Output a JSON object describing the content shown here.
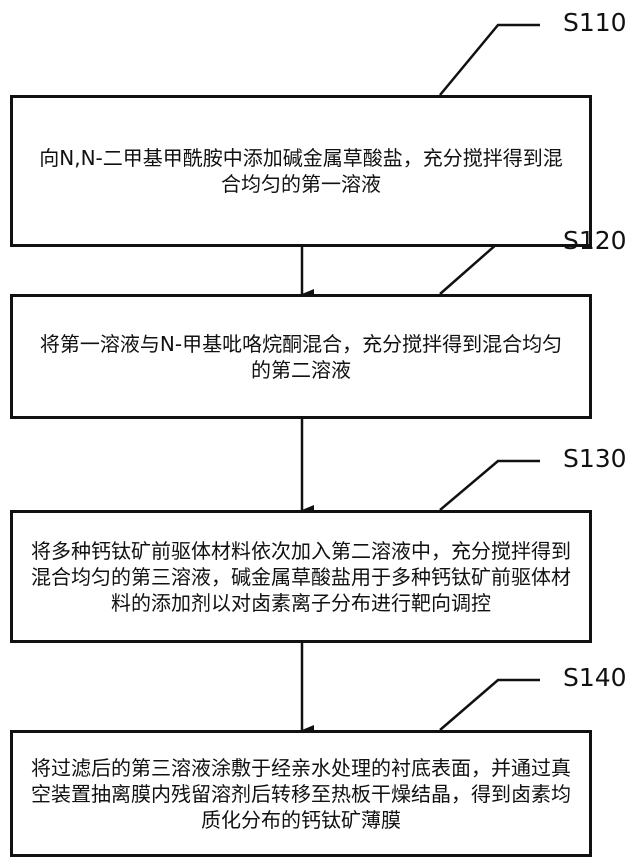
{
  "steps": [
    {
      "label": "S110",
      "text": "向N,N-二甲基甲酰胺中添加碱金属草酸盐，充分搅拌得到混合均匀的第一溶液"
    },
    {
      "label": "S120",
      "text": "将第一溶液与N-甲基吡咯烷酮混合，充分搅拌得到混合均匀的第二溶液"
    },
    {
      "label": "S130",
      "text": "将多种钙钛矿前驱体材料依次加入第二溶液中，充分搅拌得到混合均匀的第三溶液，碱金属草酸盐用于多种钙钛矿前驱体材料的添加剂以对卤素离子分布进行靶向调控"
    },
    {
      "label": "S140",
      "text": "将过滤后的第三溶液涂敷于经亲水处理的衬底表面，并通过真空装置抽离膜内残留溶剂后转移至热板干燥结晶，得到卤素均质化分布的钙钛矿薄膜"
    }
  ]
}
